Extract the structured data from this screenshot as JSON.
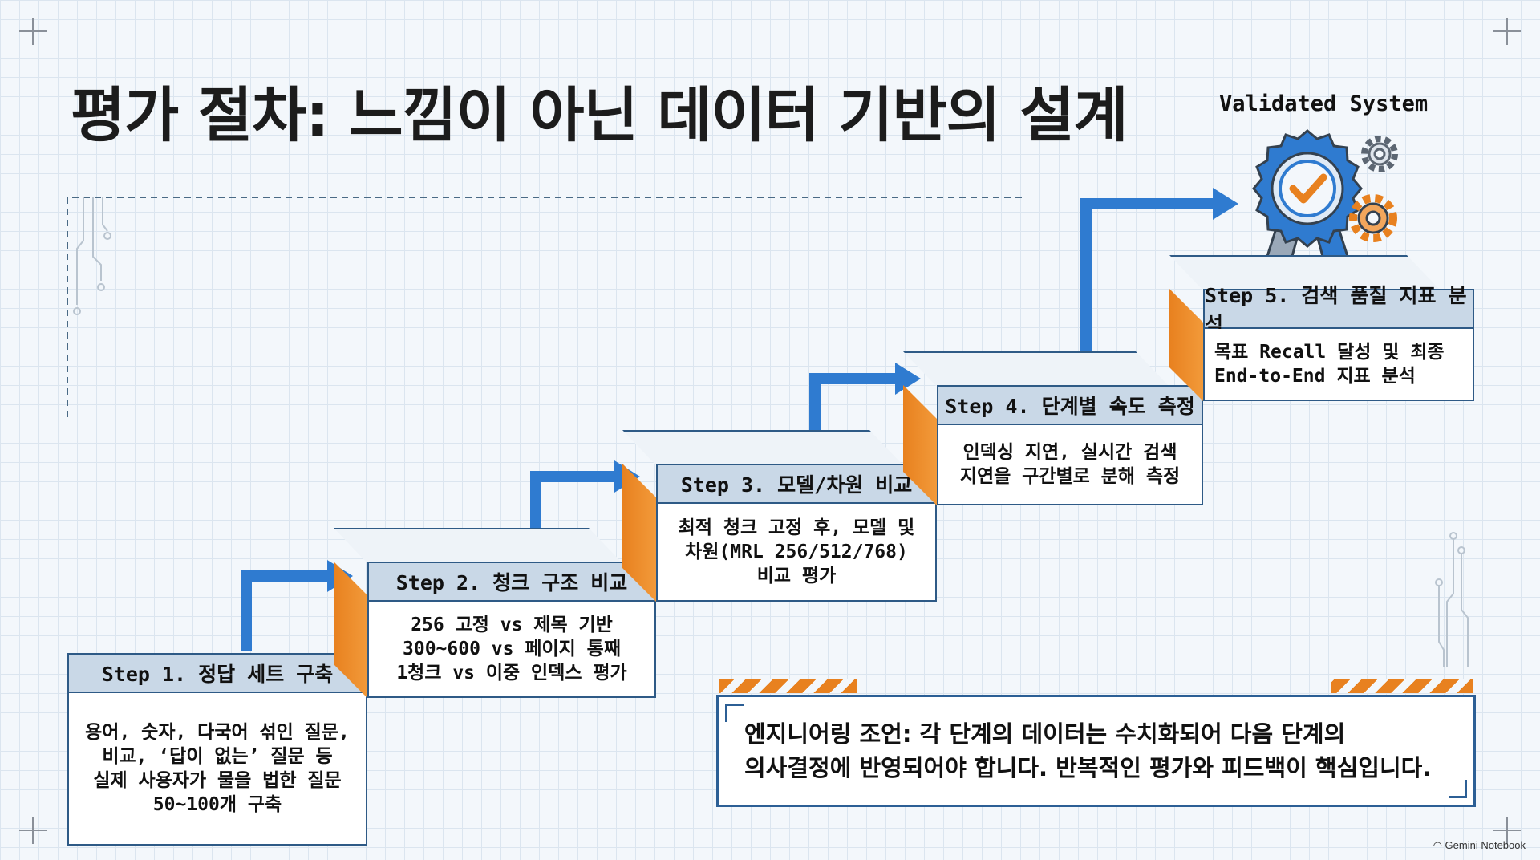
{
  "title": "평가 절차: 느낌이 아닌 데이터 기반의 설계",
  "badge_label": "Validated System",
  "steps": [
    {
      "title": "Step 1. 정답 세트 구축",
      "lines": [
        "용어, 숫자, 다국어 섞인 질문,",
        "비교, ‘답이 없는’ 질문 등",
        "실제 사용자가 물을 법한 질문",
        "50~100개 구축"
      ]
    },
    {
      "title": "Step 2. 청크 구조 비교",
      "lines": [
        "256 고정 vs 제목 기반",
        "300~600 vs 페이지 통째",
        "1청크 vs 이중 인덱스 평가"
      ]
    },
    {
      "title": "Step 3. 모델/차원 비교",
      "lines": [
        "최적 청크 고정 후, 모델 및",
        "차원(MRL 256/512/768)",
        "비교 평가"
      ]
    },
    {
      "title": "Step 4. 단계별 속도 측정",
      "lines": [
        "인덱싱 지연, 실시간 검색",
        "지연을 구간별로 분해 측정"
      ]
    },
    {
      "title": "Step 5. 검색 품질 지표 분석",
      "lines": [
        "목표 Recall 달성 및 최종",
        "End-to-End 지표 분석"
      ]
    }
  ],
  "advice": {
    "lines": [
      "엔지니어링 조언: 각 단계의 데이터는 수치화되어 다음 단계의",
      "의사결정에 반영되어야 합니다. 반복적인 평가와 피드백이 핵심입니다."
    ]
  },
  "watermark": "Gemini Notebook",
  "colors": {
    "accent_blue": "#2f7bd0",
    "accent_orange": "#e8811f",
    "frame_blue": "#2e5a86"
  }
}
